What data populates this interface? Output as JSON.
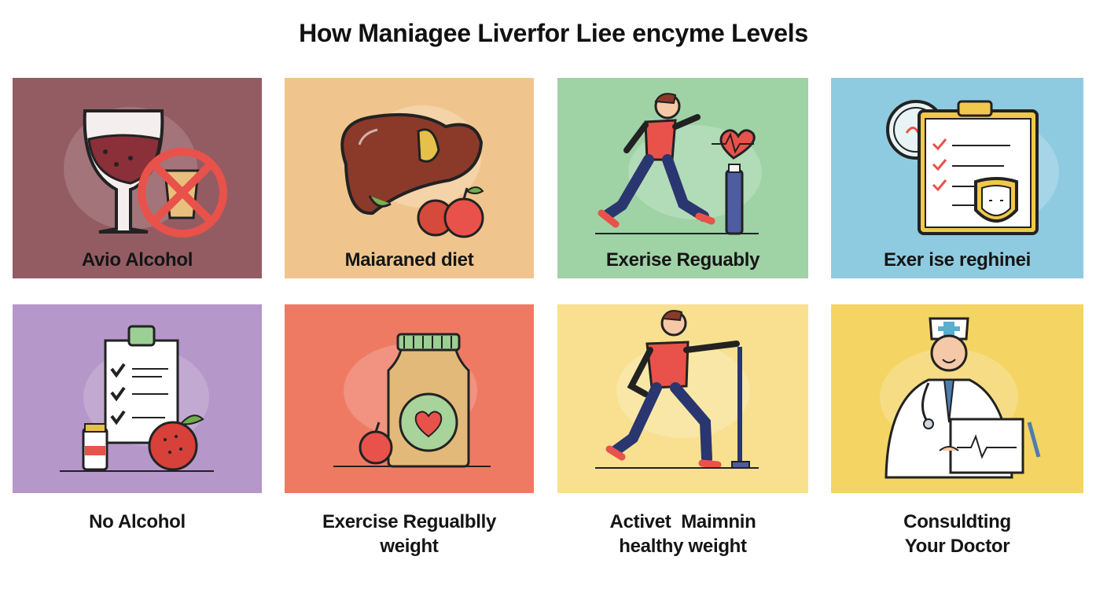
{
  "page": {
    "title": "How Maniagee Liverfor Liee encyme Levels"
  },
  "colors": {
    "card1": "#935c63",
    "card2": "#f0c58d",
    "card3": "#9fd2a5",
    "card4": "#8fcbe0",
    "card5": "#b597c9",
    "card6": "#ef7a64",
    "card7": "#f8e090",
    "card8": "#f4d463",
    "outline": "#222222",
    "red": "#e8524a",
    "liver": "#8b3a2a",
    "navy": "#2a3670"
  },
  "cards": [
    {
      "label": "Avio Alcohol",
      "icon": "wine-glass-no-alcohol-icon"
    },
    {
      "label": "Maiaraned diet",
      "icon": "liver-apple-icon"
    },
    {
      "label": "Exerise Reguably",
      "icon": "running-person-heart-icon"
    },
    {
      "label": "Exer ise reghinei",
      "icon": "clipboard-checklist-icon"
    },
    {
      "label": "",
      "icon": "checklist-fruit-icon"
    },
    {
      "label": "",
      "icon": "supplement-jar-heart-icon"
    },
    {
      "label": "",
      "icon": "person-walking-stick-icon"
    },
    {
      "label": "",
      "icon": "doctor-icon"
    }
  ],
  "captions": [
    {
      "line1": "No Alcohol",
      "line2": ""
    },
    {
      "line1": "Exercise Regualblly",
      "line2": "weight"
    },
    {
      "line1": "Activet  Maimnin",
      "line2": "healthy weight"
    },
    {
      "line1": "Consuldting",
      "line2": "Your Doctor"
    }
  ]
}
